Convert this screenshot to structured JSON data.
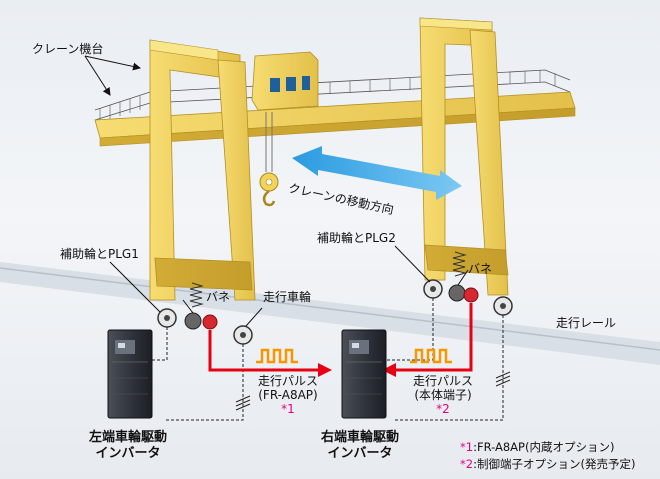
{
  "labels": {
    "crane_base": "クレーン機台",
    "move_direction": "クレーンの移動方向",
    "aux_plg1": "補助輪とPLG1",
    "aux_plg2": "補助輪とPLG2",
    "spring_left": "バネ",
    "spring_right": "バネ",
    "drive_wheel": "走行車輪",
    "rail": "走行レール",
    "pulse_left_1": "走行パルス",
    "pulse_left_2": "(FR-A8AP)",
    "pulse_left_mark": "*1",
    "pulse_right_1": "走行パルス",
    "pulse_right_2": "(本体端子)",
    "pulse_right_mark": "*2",
    "inverter_left_1": "左端車輪駆動",
    "inverter_left_2": "インバータ",
    "inverter_right_1": "右端車輪駆動",
    "inverter_right_2": "インバータ"
  },
  "notes": [
    {
      "mark": "*1",
      "text": ":FR-A8AP(内蔵オプション)"
    },
    {
      "mark": "*2",
      "text": ":制御端子オプション(発売予定)"
    }
  ],
  "colors": {
    "crane_yellow": "#f1d25c",
    "pulse_red": "#e60012",
    "pulse_orange": "#f39800",
    "arrow_blue": "#3ba7e6",
    "note_pink": "#e6007e"
  }
}
